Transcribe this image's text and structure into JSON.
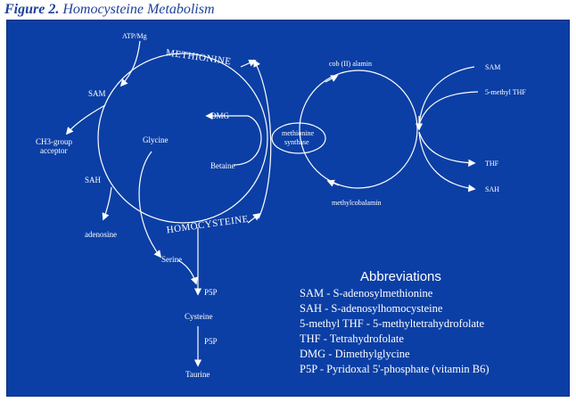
{
  "caption": {
    "number": "Figure 2.",
    "title": "Homocysteine Metabolism"
  },
  "diagram": {
    "atp_mg": "ATP/Mg",
    "methionine": "METHIONINE",
    "homocysteine": "HOMOCYSTEINE",
    "sam": "SAM",
    "sah": "SAH",
    "ch3_acceptor_1": "CH3-group",
    "ch3_acceptor_2": "acceptor",
    "adenosine": "adenosine",
    "dmg": "DMG",
    "glycine": "Glycine",
    "betaine": "Betaine",
    "serine": "Serine",
    "p5p_1": "P5P",
    "cysteine": "Cysteine",
    "p5p_2": "P5P",
    "taurine": "Taurine",
    "synthase_1": "methionine",
    "synthase_2": "synthase",
    "cob_alamin": "cob (II) alamin",
    "methylcobalamin": "methylcobalamin",
    "right_sam": "SAM",
    "right_5methyl": "5-methyl THF",
    "right_thf": "THF",
    "right_sah": "SAH"
  },
  "abbreviations": {
    "title": "Abbreviations",
    "items": [
      "SAM - S-adenosylmethionine",
      "SAH - S-adenosylhomocysteine",
      "5-methyl THF -  5-methyltetrahydrofolate",
      "THF - Tetrahydrofolate",
      "DMG - Dimethylglycine",
      "P5P - Pyridoxal 5'-phosphate (vitamin B6)"
    ]
  },
  "colors": {
    "panel": "#0b3fa5",
    "caption": "#1f3f99",
    "lines": "#ffffff"
  }
}
